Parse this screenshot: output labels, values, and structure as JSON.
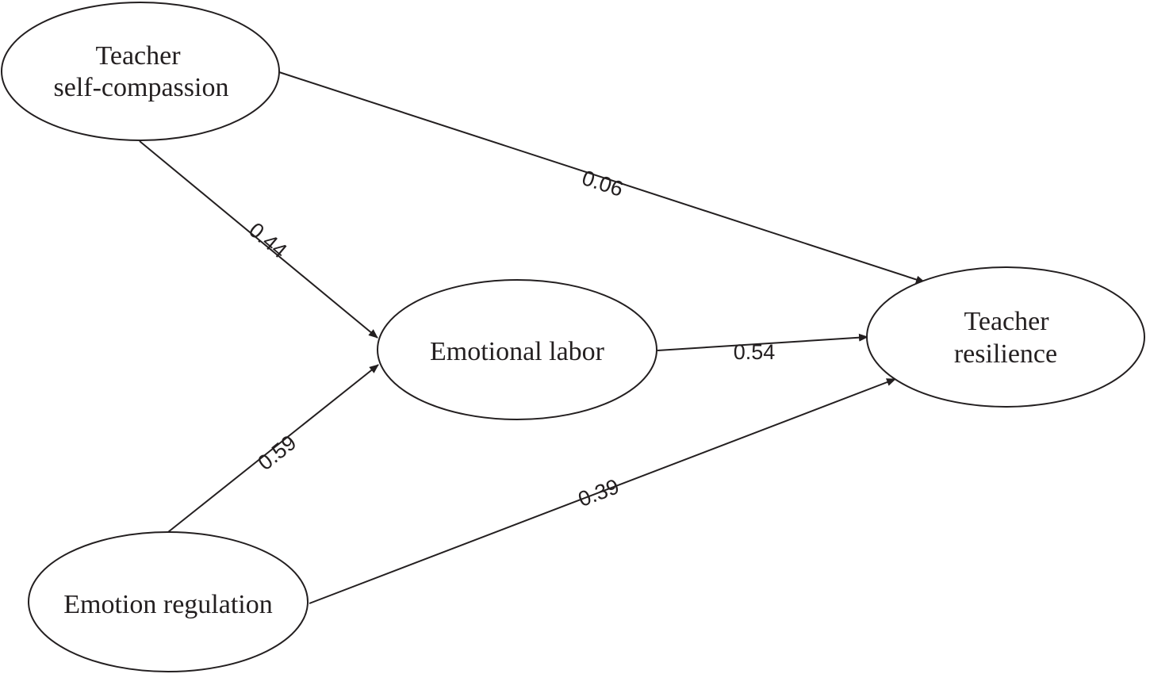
{
  "diagram": {
    "nodes": {
      "self_compassion": {
        "line1": "Teacher",
        "line2": "self-compassion"
      },
      "emotional_labor": {
        "line1": "Emotional labor"
      },
      "resilience": {
        "line1": "Teacher",
        "line2": "resilience"
      },
      "emotion_regulation": {
        "line1": "Emotion regulation"
      }
    },
    "edges": {
      "self_compassion_to_resilience": {
        "from": "Teacher self-compassion",
        "to": "Teacher resilience",
        "coefficient": "0.06"
      },
      "self_compassion_to_labor": {
        "from": "Teacher self-compassion",
        "to": "Emotional labor",
        "coefficient": "0.44"
      },
      "labor_to_resilience": {
        "from": "Emotional labor",
        "to": "Teacher resilience",
        "coefficient": "0.54"
      },
      "regulation_to_labor": {
        "from": "Emotion regulation",
        "to": "Emotional labor",
        "coefficient": "0.59"
      },
      "regulation_to_resilience": {
        "from": "Emotion regulation",
        "to": "Teacher resilience",
        "coefficient": "0.39"
      }
    },
    "colors": {
      "line": "#231f20",
      "background": "#ffffff"
    }
  }
}
